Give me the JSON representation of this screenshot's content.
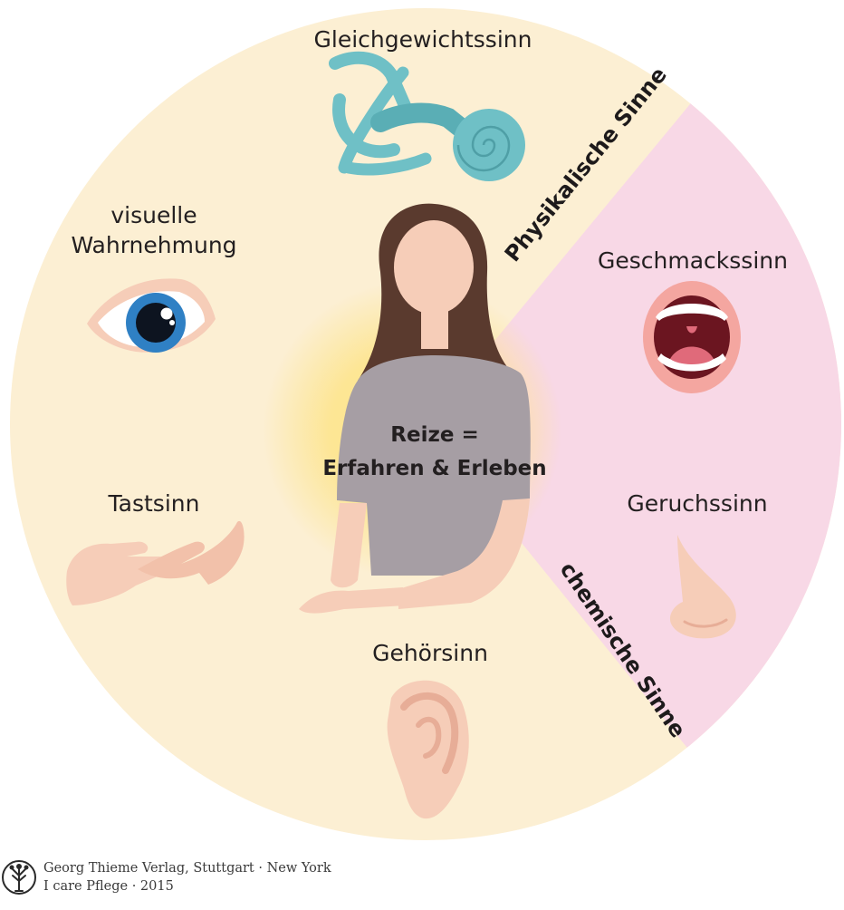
{
  "center": {
    "line1": "Reize =",
    "line2": "Erfahren & Erleben"
  },
  "segments": {
    "physical": "Physikalische Sinne",
    "chemical": "chemische Sinne"
  },
  "senses": {
    "balance": {
      "label": "Gleichgewichtssinn",
      "icon": "inner-ear-icon"
    },
    "vision": {
      "label_line1": "visuelle",
      "label_line2": "Wahrnehmung",
      "icon": "eye-icon"
    },
    "touch": {
      "label": "Tastsinn",
      "icon": "touching-hands-icon"
    },
    "hearing": {
      "label": "Gehörsinn",
      "icon": "ear-icon"
    },
    "taste": {
      "label": "Geschmackssinn",
      "icon": "open-mouth-icon"
    },
    "smell": {
      "label": "Geruchssinn",
      "icon": "nose-icon"
    }
  },
  "credit": {
    "line1": "Georg Thieme Verlag, Stuttgart · New York",
    "line2": "I care Pflege · 2015",
    "logo_icon": "tree-logo-icon"
  },
  "colors": {
    "physical_bg": "#fcefd3",
    "chemical_bg": "#f8d8e6",
    "glow": "#fde48a",
    "shirt": "#a69ea4",
    "hair": "#5a3a2e",
    "skin": "#f6cdb8",
    "ear_teal": "#6fc0c6",
    "iris": "#2f80c4"
  }
}
